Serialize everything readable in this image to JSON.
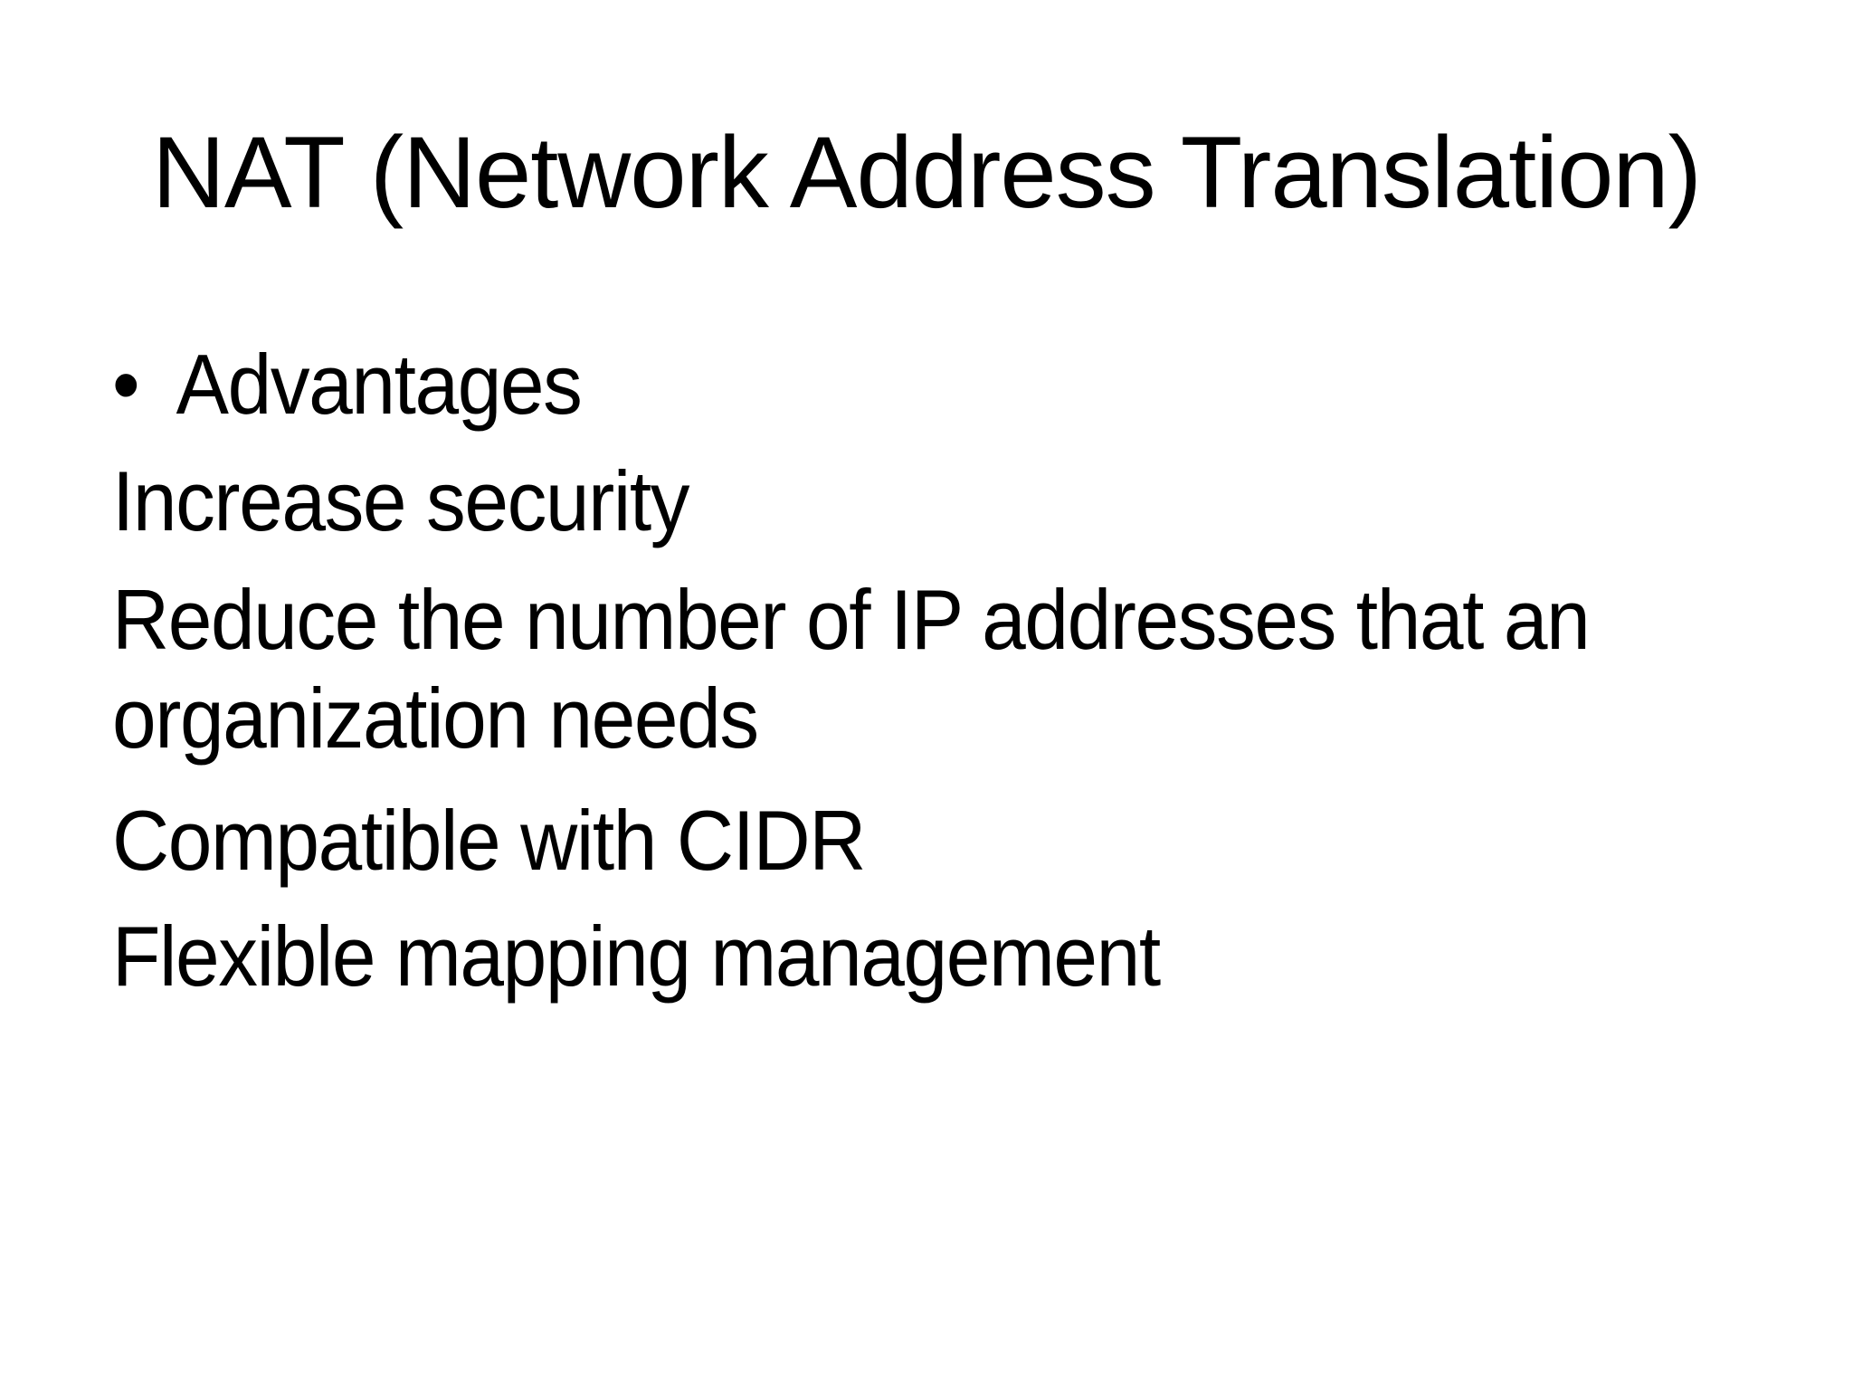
{
  "slide": {
    "title": "NAT (Network Address Translation)",
    "bullet": {
      "marker": "•",
      "text": "Advantages"
    },
    "lines": [
      "Increase security",
      "Reduce the number of IP addresses that an",
      "organization needs",
      "Compatible with CIDR",
      "Flexible mapping management"
    ],
    "colors": {
      "background": "#ffffff",
      "text": "#000000"
    }
  }
}
